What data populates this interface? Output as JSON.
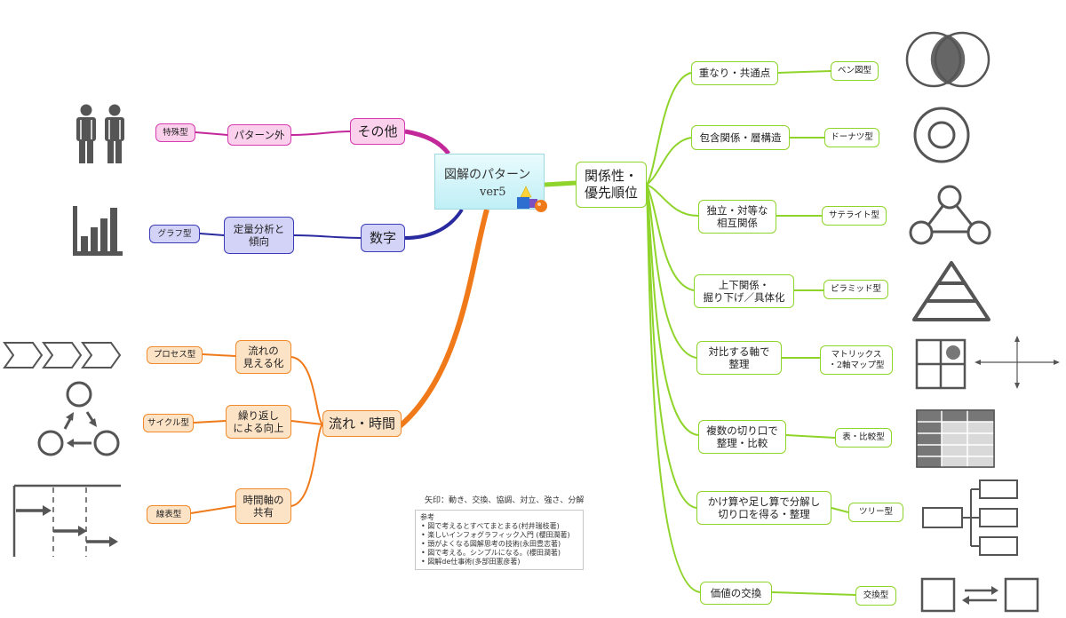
{
  "central": {
    "line1": "図解のパターン",
    "line2": "ver5"
  },
  "colors": {
    "green": "#8fd42a",
    "orange": "#f07a1a",
    "magenta": "#c2289a",
    "navy": "#2a2aa0",
    "icon_gray": "#555555"
  },
  "branches": {
    "relations": {
      "label": "関係性・\n優先順位",
      "items": [
        {
          "label": "重なり・共通点",
          "leaf": "ベン図型",
          "icon": "venn-diagram-icon"
        },
        {
          "label": "包含関係・層構造",
          "leaf": "ドーナツ型",
          "icon": "donut-icon"
        },
        {
          "label": "独立・対等な\n相互関係",
          "leaf": "サテライト型",
          "icon": "satellite-icon"
        },
        {
          "label": "上下関係・\n掘り下げ／具体化",
          "leaf": "ピラミッド型",
          "icon": "pyramid-icon"
        },
        {
          "label": "対比する軸で\n整理",
          "leaf": "マトリックス\n・2軸マップ型",
          "icon": "matrix-icon"
        },
        {
          "label": "複数の切り口で\n整理・比較",
          "leaf": "表・比較型",
          "icon": "table-icon"
        },
        {
          "label": "かけ算や足し算で分解し\n切り口を得る・整理",
          "leaf": "ツリー型",
          "icon": "tree-icon"
        },
        {
          "label": "価値の交換",
          "leaf": "交換型",
          "icon": "exchange-icon"
        }
      ]
    },
    "other": {
      "label": "その他",
      "sub": "パターン外",
      "leaf": "特殊型",
      "icon": "people-icon"
    },
    "numbers": {
      "label": "数字",
      "sub": "定量分析と\n傾向",
      "leaf": "グラフ型",
      "icon": "bar-chart-icon"
    },
    "flow": {
      "label": "流れ・時間",
      "items": [
        {
          "label": "流れの\n見える化",
          "leaf": "プロセス型",
          "icon": "process-arrows-icon"
        },
        {
          "label": "繰り返し\nによる向上",
          "leaf": "サイクル型",
          "icon": "cycle-icon"
        },
        {
          "label": "時間軸の\n共有",
          "leaf": "線表型",
          "icon": "timeline-icon"
        }
      ]
    }
  },
  "note": "矢印：動き、交換、協調、対立、強さ、分解",
  "references": {
    "title": "参考",
    "items": [
      "図で考えるとすべてまとまる(村井瑞枝著)",
      "楽しいインフォグラフィック入門 (櫻田潤著)",
      "頭がよくなる図解思考の技術(永田豊志著)",
      "図で考える。シンプルになる。(櫻田潤著)",
      "図解de仕事術(多部田憲彦著)"
    ]
  }
}
